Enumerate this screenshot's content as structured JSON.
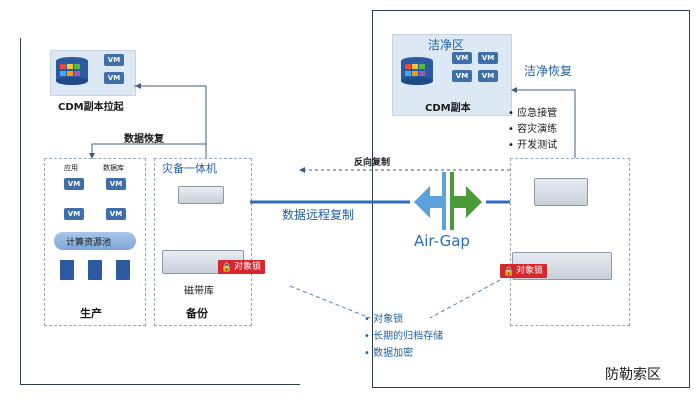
{
  "zones": {
    "defense_zone_label": "防勒索区",
    "clean_zone_label": "洁净区"
  },
  "clean_zone": {
    "cdm_copy_label": "CDM副本",
    "restore_label": "洁净恢复",
    "uses": [
      "应急接管",
      "容灾演练",
      "开发测试"
    ]
  },
  "left_top": {
    "cdm_pull_label": "CDM副本拉起"
  },
  "arrows": {
    "data_restore": "数据恢复",
    "reverse_copy": "反向复制",
    "remote_copy": "数据远程复制"
  },
  "production": {
    "tag_app": "应用",
    "tag_db": "数据库",
    "pool_label": "计算资源池",
    "label": "生产",
    "vm_label": "VM"
  },
  "backup": {
    "label": "备份",
    "header": "灾备一体机",
    "disk_label": "磁带库",
    "lock_label": "对象锁"
  },
  "airgap": {
    "label": "Air-Gap"
  },
  "right_lock": "对象锁",
  "features": [
    "对象锁",
    "长期的归档存储",
    "数据加密"
  ],
  "colors": {
    "blue": "#2d6cc0",
    "green": "#4a9a38",
    "red": "#d7262e",
    "airgap_blue": "#5aa2dc"
  }
}
